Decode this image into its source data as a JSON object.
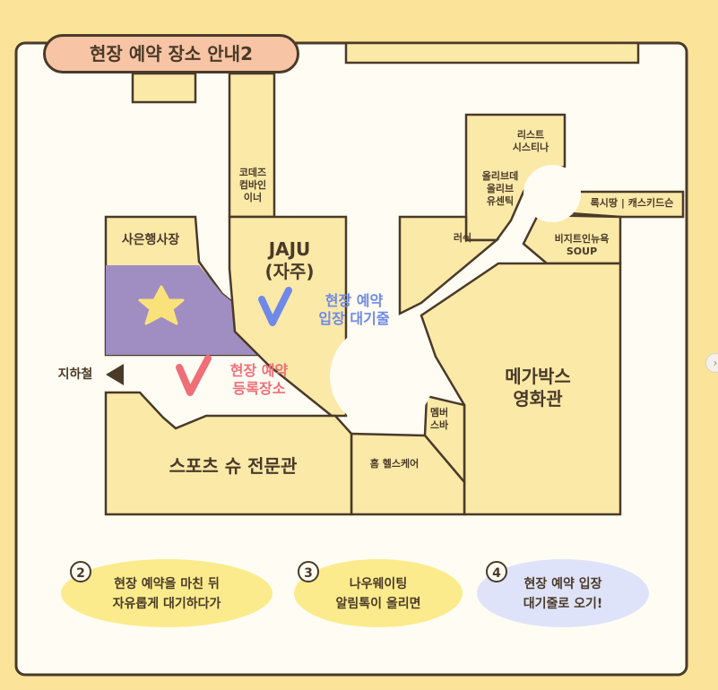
{
  "title": "현장 예약 장소 안내2",
  "stores": {
    "codes": [
      "코데즈",
      "컴바인",
      "이너"
    ],
    "wrist": [
      "리스트",
      "시스티나"
    ],
    "olive": [
      "올리브데",
      "올리브",
      "유센틱"
    ],
    "rushi": "러쉬",
    "roxy": "록시땅 | 캐스키드슨",
    "visit": [
      "비지트인뉴욕",
      "SOUP"
    ],
    "event": "사은행사장",
    "jaju": [
      "JAJU",
      "(자주)"
    ],
    "mega": [
      "메가박스",
      "영화관"
    ],
    "member": [
      "멤버",
      "스바"
    ],
    "home": "홈 헬스케어",
    "sports": "스포츠 슈 전문관",
    "subway": "지하철"
  },
  "markers": {
    "queue": [
      "현장 예약",
      "입장 대기줄"
    ],
    "register": [
      "현장 예약",
      "등록장소"
    ]
  },
  "steps": [
    {
      "num": "2",
      "lines": [
        "현장 예약을 마친 뒤",
        "자유롭게 대기하다가"
      ],
      "color": "#fbeb8c"
    },
    {
      "num": "3",
      "lines": [
        "나우웨이팅",
        "알림톡이 올리면"
      ],
      "color": "#fbeb8c"
    },
    {
      "num": "4",
      "lines": [
        "현장 예약 입장",
        "대기줄로 오기!"
      ],
      "color": "#dfe3f9"
    }
  ],
  "colors": {
    "background": "#fbe39a",
    "panel": "#fffdf3",
    "store": "#fbe9a8",
    "outline": "#4a3a28",
    "event_zone": "#a08ec2",
    "star": "#f9e27a",
    "queue_marker": "#6f89e8",
    "register_marker": "#ef6e78"
  },
  "icons": [
    "star-icon",
    "check-v-blue-icon",
    "check-v-red-icon",
    "arrow-left-icon"
  ]
}
